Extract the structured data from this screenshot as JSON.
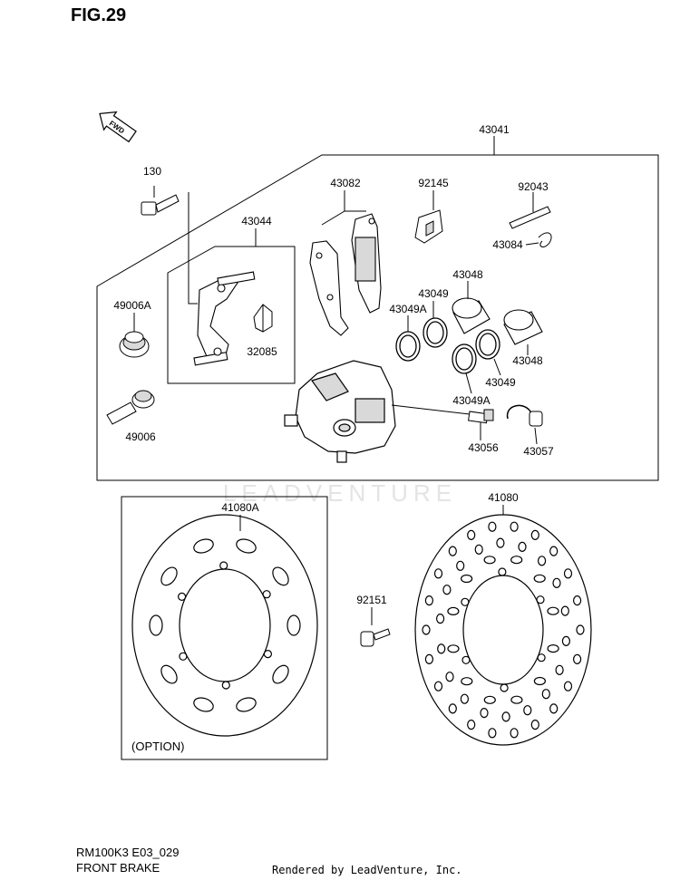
{
  "figure": {
    "title": "FIG.29",
    "model_code": "RM100K3 E03_029",
    "section_name": "FRONT BRAKE",
    "credit": "Rendered by LeadVenture, Inc.",
    "watermark": "LEADVENTURE",
    "fwd_label": "FWD",
    "option_label": "(OPTION)"
  },
  "callouts": {
    "c43041": "43041",
    "c130": "130",
    "c43082": "43082",
    "c92145": "92145",
    "c92043": "92043",
    "c43084": "43084",
    "c43044": "43044",
    "c49006A": "49006A",
    "c32085": "32085",
    "c43048a": "43048",
    "c43049a": "43049",
    "c43049Aa": "43049A",
    "c43048b": "43048",
    "c43049b": "43049",
    "c43049Ab": "43049A",
    "c49006": "49006",
    "c43056": "43056",
    "c43057": "43057",
    "c41080A": "41080A",
    "c41080": "41080",
    "c92151": "92151"
  },
  "colors": {
    "line": "#000000",
    "watermark": "#e6e6e6",
    "part_fill": "#ffffff",
    "shade": "#d9d9d9"
  }
}
